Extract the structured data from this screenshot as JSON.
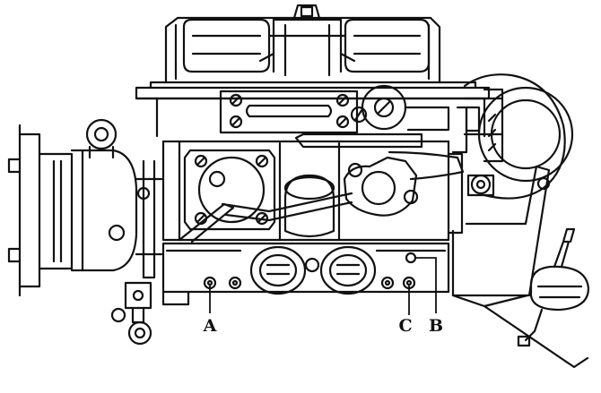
{
  "diagram": {
    "subject": "carburetor-line-drawing",
    "ink_color": "#111111",
    "paper_color": "#ffffff",
    "callouts": [
      {
        "id": "a",
        "label": "A"
      },
      {
        "id": "c",
        "label": "C"
      },
      {
        "id": "b",
        "label": "B"
      }
    ]
  }
}
